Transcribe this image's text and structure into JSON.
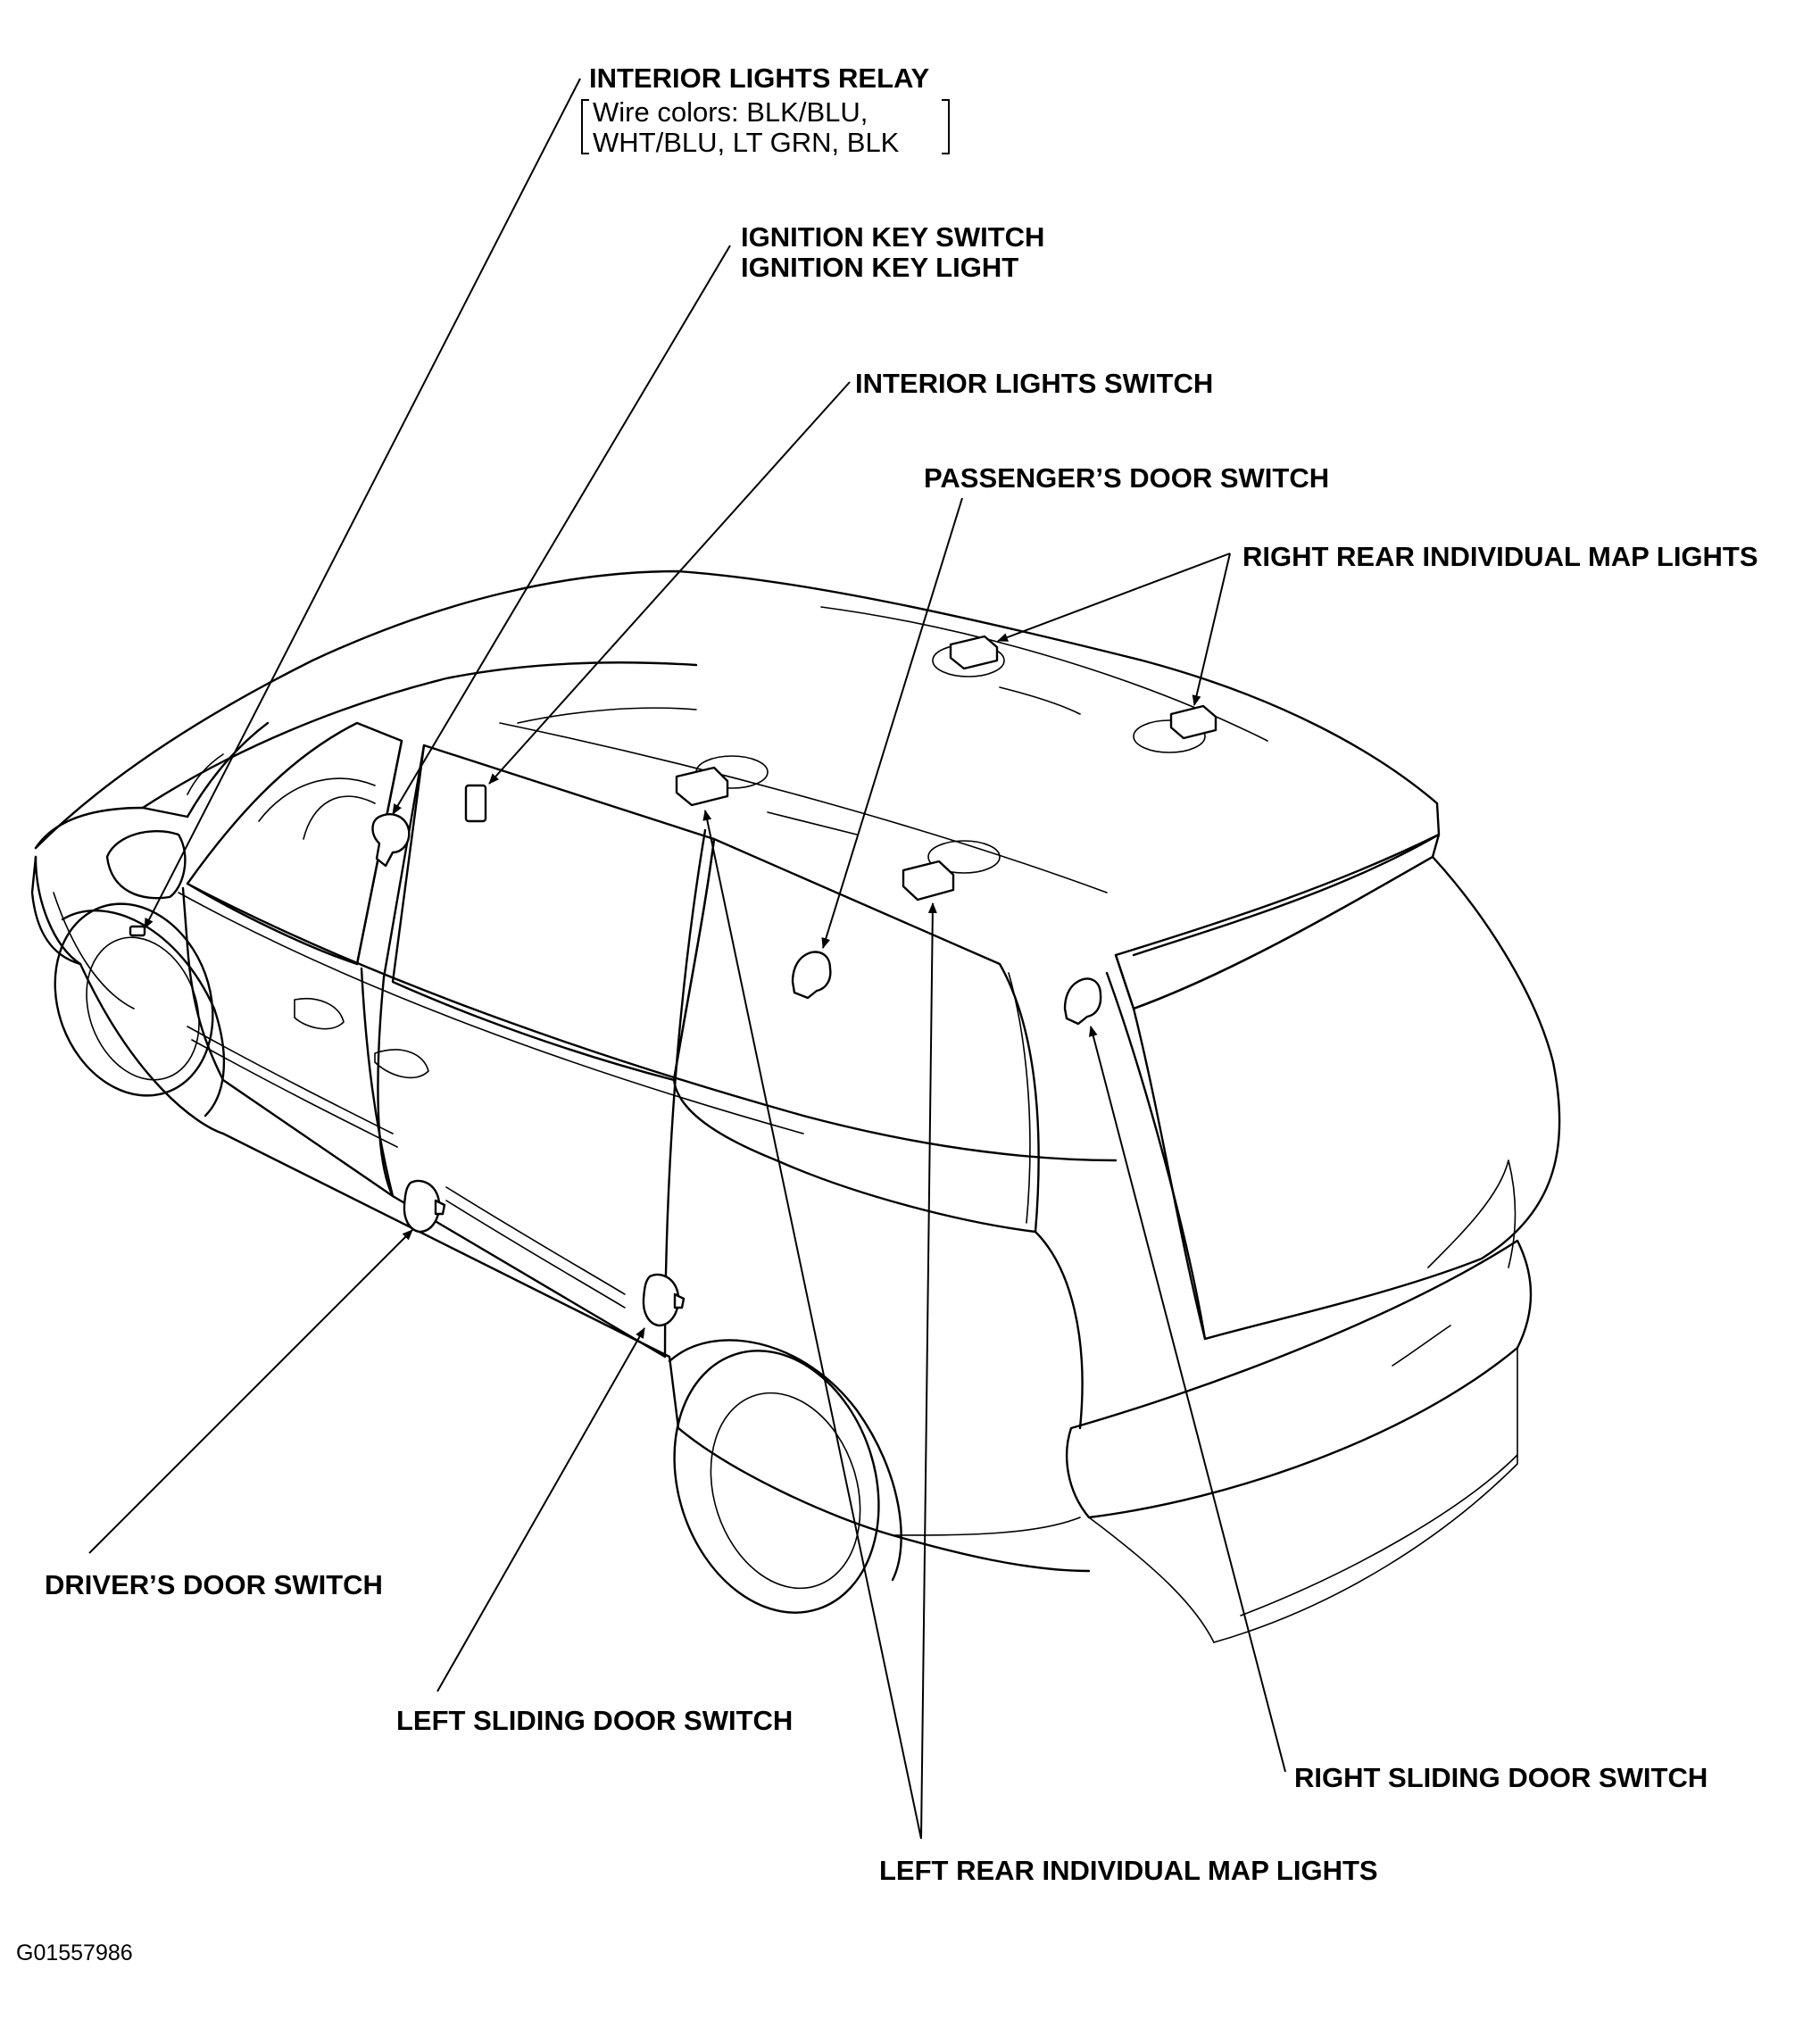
{
  "labels": {
    "interior_lights_relay": "INTERIOR LIGHTS RELAY",
    "wire_colors_line1": "Wire colors: BLK/BLU,",
    "wire_colors_line2": "WHT/BLU, LT GRN, BLK",
    "ignition_key_switch": "IGNITION KEY SWITCH",
    "ignition_key_light": "IGNITION KEY LIGHT",
    "interior_lights_switch": "INTERIOR LIGHTS SWITCH",
    "passengers_door_switch": "PASSENGER’S DOOR SWITCH",
    "right_rear_map_lights": "RIGHT REAR INDIVIDUAL MAP LIGHTS",
    "drivers_door_switch": "DRIVER’S DOOR SWITCH",
    "left_sliding_door_switch": "LEFT SLIDING DOOR SWITCH",
    "right_sliding_door_switch": "RIGHT SLIDING DOOR SWITCH",
    "left_rear_map_lights": "LEFT REAR INDIVIDUAL MAP LIGHTS"
  },
  "figure_code": "G01557986"
}
